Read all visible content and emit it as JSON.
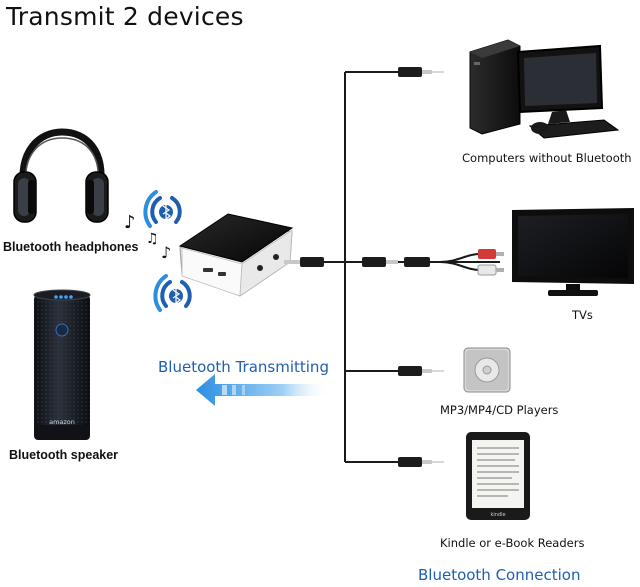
{
  "title": "Transmit 2 devices",
  "left_devices": [
    {
      "label": "Bluetooth headphones",
      "icon": "headphones-icon"
    },
    {
      "label": "Bluetooth speaker",
      "icon": "speaker-icon",
      "brand_text": "amazon"
    }
  ],
  "transmitting_caption": "Bluetooth Transmitting",
  "connection_caption": "Bluetooth Connection",
  "right_devices": [
    {
      "label": "Computers without Bluetooth",
      "icon": "computer-icon"
    },
    {
      "label": "TVs",
      "icon": "tv-icon"
    },
    {
      "label": "MP3/MP4/CD Players",
      "icon": "mp3-player-icon"
    },
    {
      "label": "Kindle or e-Book Readers",
      "icon": "ebook-reader-icon",
      "brand_text": "kindle"
    }
  ],
  "colors": {
    "accent_blue": "#1f5fb0",
    "arrow_blue": "#2b8ee0",
    "cable": "#1a1a1a"
  }
}
